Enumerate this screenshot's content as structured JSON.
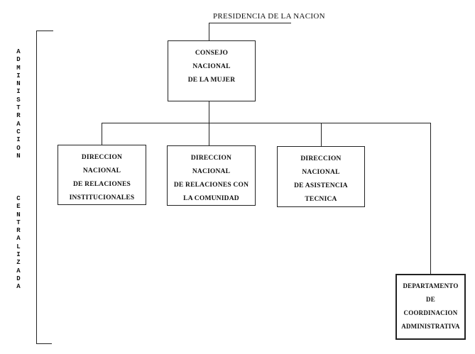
{
  "top": "PRESIDENCIA DE LA NACION",
  "side_labels": [
    "ADMINISTRACION",
    "CENTRALIZADA"
  ],
  "root": {
    "lines": [
      "CONSEJO",
      "NACIONAL",
      "DE LA MUJER"
    ]
  },
  "children": [
    {
      "lines": [
        "DIRECCION",
        "NACIONAL",
        "DE RELACIONES",
        "INSTITUCIONALES"
      ]
    },
    {
      "lines": [
        "DIRECCION",
        "NACIONAL",
        "DE RELACIONES CON",
        "LA COMUNIDAD"
      ]
    },
    {
      "lines": [
        "DIRECCION",
        "NACIONAL",
        "DE ASISTENCIA",
        "TECNICA"
      ]
    },
    {
      "lines": [
        "DEPARTAMENTO",
        "DE",
        "COORDINACION",
        "ADMINISTRATIVA"
      ]
    }
  ]
}
